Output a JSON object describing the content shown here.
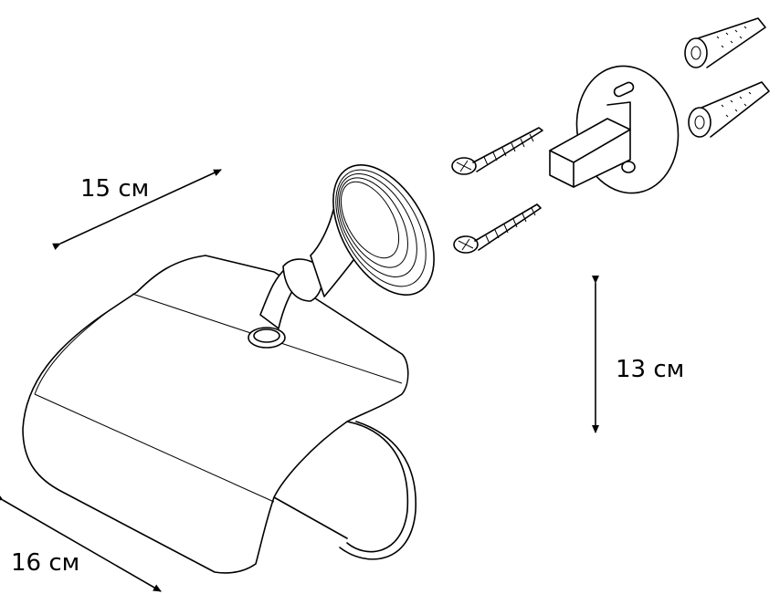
{
  "dimensions": {
    "width_label": "15 см",
    "height_label": "13 см",
    "depth_label": "16 см"
  },
  "colors": {
    "line": "#000000",
    "background": "#ffffff"
  }
}
